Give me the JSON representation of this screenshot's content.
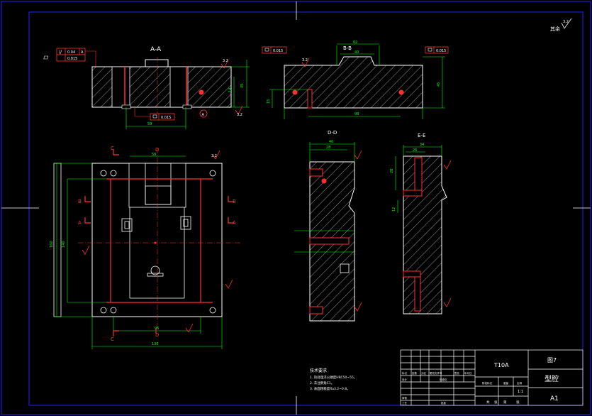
{
  "sections": {
    "aa": "A-A",
    "bb": "B-B",
    "dd": "D-D",
    "ee": "E-E"
  },
  "cut_labels": {
    "a": "A",
    "b": "B",
    "c": "C",
    "d": "D"
  },
  "roughness_corner": "其余",
  "roughness_value": "3.2",
  "tolerances": {
    "parallel_symbol": "//",
    "parallel_value": "0.04",
    "parallel_datum": "A",
    "flatness_value": "0.015",
    "flatness_value_b": "0.015",
    "flatness_value_c": "0.015",
    "flatness_value_d": "0.015"
  },
  "dimensions": {
    "aa_base": "59",
    "aa_height": "45",
    "aa_right": "14",
    "bb_top": "62",
    "bb_mid": "40",
    "bb_base": "98",
    "bb_height": "45",
    "bb_left": "15",
    "plan_top": "59",
    "plan_bottom": "96",
    "plan_total": "136",
    "plan_left": "160",
    "plan_left_inner": "140",
    "dd_top": "40",
    "dd_top_inner": "28",
    "ee_top": "34",
    "ee_top_inner": "26",
    "ee_left": "28",
    "ee_left_b": "12"
  },
  "notes": {
    "title": "技术要求",
    "items": [
      "1. 热处理淬火硬度HRC50~55。",
      "2. 未注倒角C1。",
      "3. 表面粗糙度Ra3.2~0.8。"
    ]
  },
  "title_block": {
    "material": "T10A",
    "sheet": "图7",
    "part_name": "型腔",
    "size": "A1",
    "scale": "1:1",
    "header_cells": [
      "标记",
      "处数",
      "分区",
      "更改文件号",
      "签名",
      "年月日"
    ],
    "row_labels": [
      "设计",
      "审核",
      "工艺"
    ],
    "mid_labels": [
      "标准化",
      "批准"
    ],
    "mid_right": [
      "阶段标记",
      "重量",
      "比例"
    ],
    "bottom_labels": [
      "共",
      "张",
      "第",
      "张"
    ]
  }
}
